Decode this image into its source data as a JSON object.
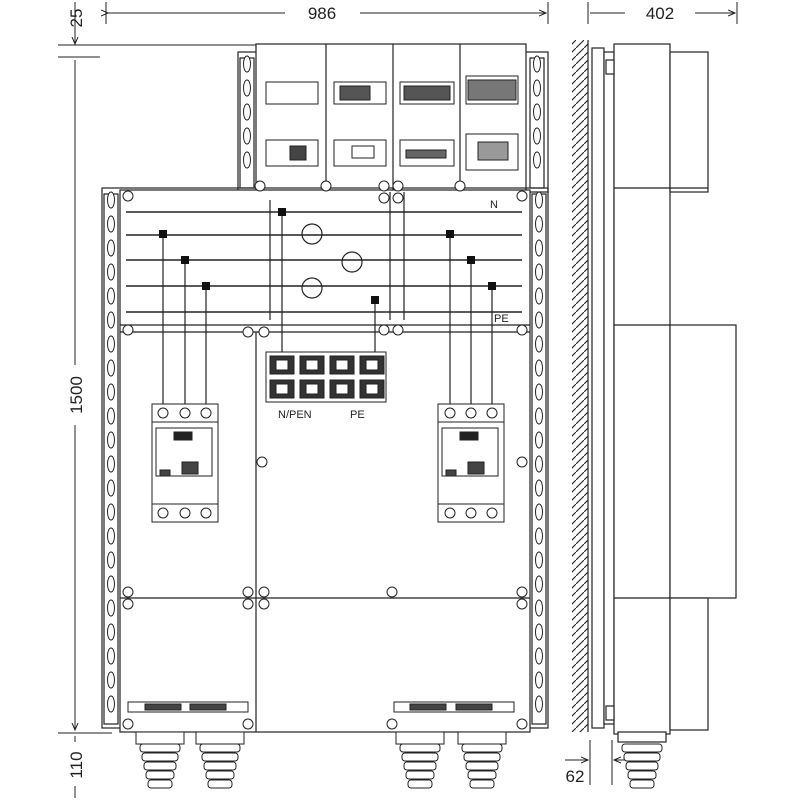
{
  "dimensions": {
    "width_front": "986",
    "width_side": "402",
    "height_top_gap": "25",
    "height_main": "1500",
    "height_bottom": "110",
    "depth_offset": "62"
  },
  "labels": {
    "neutral": "N",
    "protective_earth": "PE",
    "terminal_npen": "N/PEN",
    "terminal_pe": "PE"
  },
  "colors": {
    "line": "#222222",
    "hatch": "#333333",
    "background": "#ffffff"
  }
}
